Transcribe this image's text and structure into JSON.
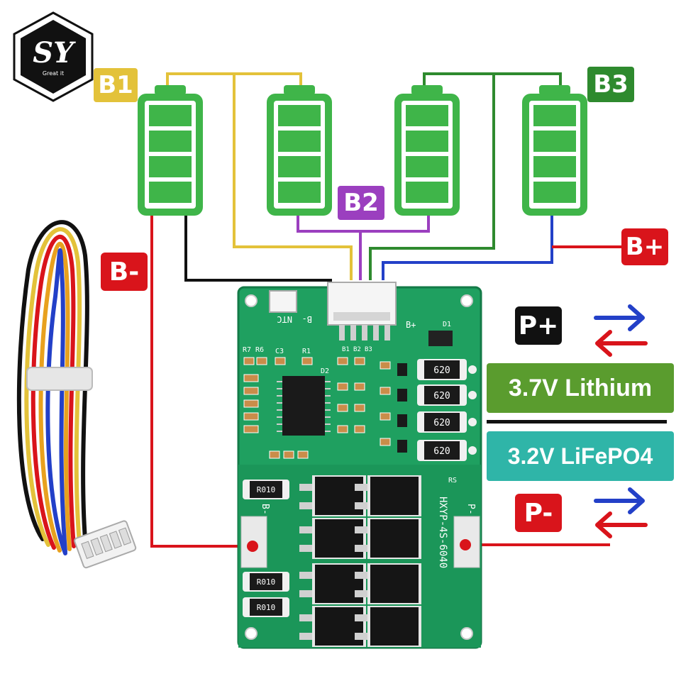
{
  "logo": {
    "letters": "SY",
    "tagline": "Great it"
  },
  "labels": {
    "b1": "B1",
    "b2": "B2",
    "b3": "B3",
    "b_minus": "B-",
    "b_plus": "B+",
    "p_plus": "P+",
    "p_minus": "P-"
  },
  "chemistry": {
    "lithium": "3.7V Lithium",
    "lifepo4": "3.2V LiFePO4"
  },
  "board": {
    "model": "HXYP-4S-6040",
    "connector_labels": [
      "NTC",
      "B-",
      "B1",
      "B2",
      "B3",
      "B+"
    ],
    "resistor_code": "620",
    "shunt_code": "R010",
    "pad_left": "B-",
    "pad_right": "P-",
    "silk": [
      "R7",
      "R6",
      "C3",
      "R1",
      "D1",
      "D2",
      "RS"
    ]
  },
  "colors": {
    "battery_green": "#3fb549",
    "pcb_green": "#1fa060",
    "wire_yellow": "#e3c23a",
    "wire_purple": "#9b3fbf",
    "wire_darkgreen": "#2e8a2e",
    "wire_red": "#d9141b",
    "wire_blue": "#2340c8",
    "wire_black": "#111111",
    "tag_red": "#d9141b",
    "tag_b1": "#e3c23a",
    "tag_b2": "#9b3fbf",
    "tag_b3": "#2e8a2e",
    "tag_lithium": "#5a9c2e",
    "tag_lifepo4": "#2fb5a8"
  }
}
